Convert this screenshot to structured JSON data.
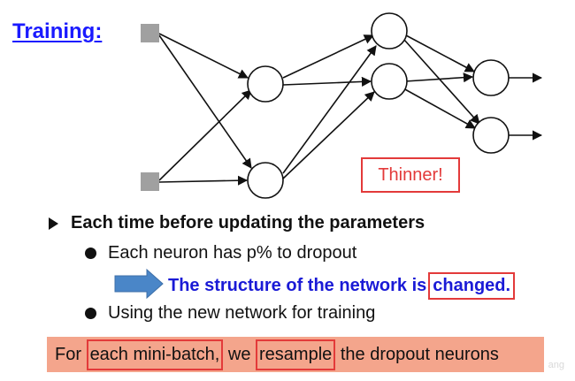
{
  "heading": "Training:",
  "callout": "Thinner!",
  "bullets": {
    "main": "Each time before updating the parameters",
    "sub1": "Each neuron has p% to dropout",
    "conclusion_prefix": "The structure of the network is",
    "conclusion_boxed": "changed.",
    "sub2": "Using the new network for training"
  },
  "banner": {
    "part1": "For",
    "part2": "each mini-batch,",
    "part3": "we",
    "part4": "resample",
    "part5": "the dropout neurons"
  },
  "watermark": "ang",
  "colors": {
    "heading": "#1a1aff",
    "accent_red": "#e33a3a",
    "conclusion_blue": "#1a1ad6",
    "arrow_blue": "#4a86c8",
    "banner_bg": "#f4a58c",
    "input_square": "#a0a0a0"
  },
  "diagram": {
    "layers": [
      {
        "name": "input",
        "units": 2,
        "shape": "square"
      },
      {
        "name": "hidden-1",
        "units": 2,
        "shape": "circle"
      },
      {
        "name": "hidden-2",
        "units": 2,
        "shape": "circle"
      },
      {
        "name": "output",
        "units": 2,
        "shape": "circle"
      }
    ]
  }
}
